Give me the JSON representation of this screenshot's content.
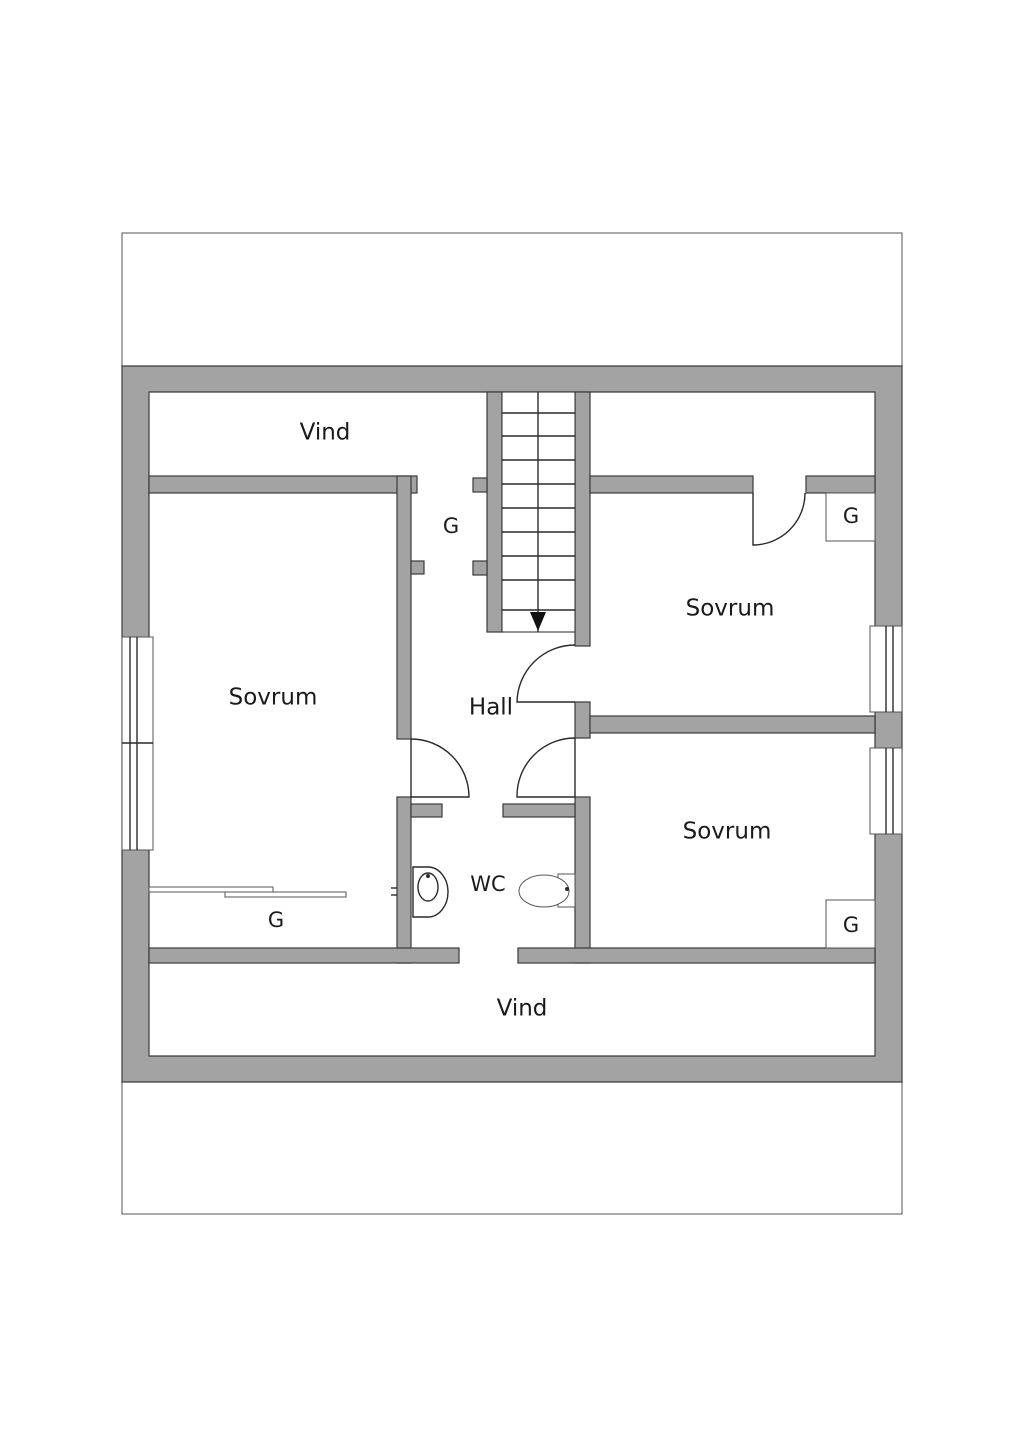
{
  "floor_plan": {
    "rooms": {
      "vind_top": "Vind",
      "vind_bottom": "Vind",
      "sovrum_left": "Sovrum",
      "sovrum_upper_right": "Sovrum",
      "sovrum_lower_right": "Sovrum",
      "hall": "Hall",
      "wc": "WC"
    },
    "closets": {
      "hall_closet": "G",
      "upper_right_closet": "G",
      "lower_right_closet": "G",
      "left_wardrobe": "G"
    },
    "colors": {
      "wall": "#a3a3a3",
      "outline": "#3a3a3a",
      "background": "#ffffff"
    }
  }
}
